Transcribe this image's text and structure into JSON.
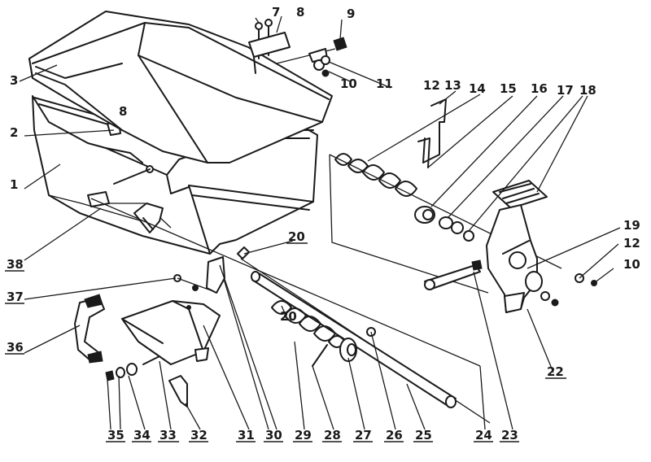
{
  "callouts": [
    {
      "id": "c1",
      "label": "1"
    },
    {
      "id": "c2",
      "label": "2"
    },
    {
      "id": "c3",
      "label": "3"
    },
    {
      "id": "c7",
      "label": "7"
    },
    {
      "id": "c8",
      "label": "8"
    },
    {
      "id": "c9",
      "label": "9"
    },
    {
      "id": "c10a",
      "label": "10"
    },
    {
      "id": "c11",
      "label": "11"
    },
    {
      "id": "c12a",
      "label": "12"
    },
    {
      "id": "c13",
      "label": "13"
    },
    {
      "id": "c14",
      "label": "14"
    },
    {
      "id": "c15",
      "label": "15"
    },
    {
      "id": "c16",
      "label": "16"
    },
    {
      "id": "c17",
      "label": "17"
    },
    {
      "id": "c18",
      "label": "18"
    },
    {
      "id": "c19",
      "label": "19"
    },
    {
      "id": "c12b",
      "label": "12"
    },
    {
      "id": "c10b",
      "label": "10"
    },
    {
      "id": "c20a",
      "label": "20"
    },
    {
      "id": "c20b",
      "label": "20"
    },
    {
      "id": "c22",
      "label": "22"
    },
    {
      "id": "c23",
      "label": "23"
    },
    {
      "id": "c24",
      "label": "24"
    },
    {
      "id": "c25",
      "label": "25"
    },
    {
      "id": "c26",
      "label": "26"
    },
    {
      "id": "c27",
      "label": "27"
    },
    {
      "id": "c28",
      "label": "28"
    },
    {
      "id": "c29",
      "label": "29"
    },
    {
      "id": "c30",
      "label": "30"
    },
    {
      "id": "c31",
      "label": "31"
    },
    {
      "id": "c32",
      "label": "32"
    },
    {
      "id": "c33",
      "label": "33"
    },
    {
      "id": "c34",
      "label": "34"
    },
    {
      "id": "c35",
      "label": "35"
    },
    {
      "id": "c36",
      "label": "36"
    },
    {
      "id": "c37",
      "label": "37"
    },
    {
      "id": "c38",
      "label": "38"
    }
  ],
  "lid_mark": "8"
}
